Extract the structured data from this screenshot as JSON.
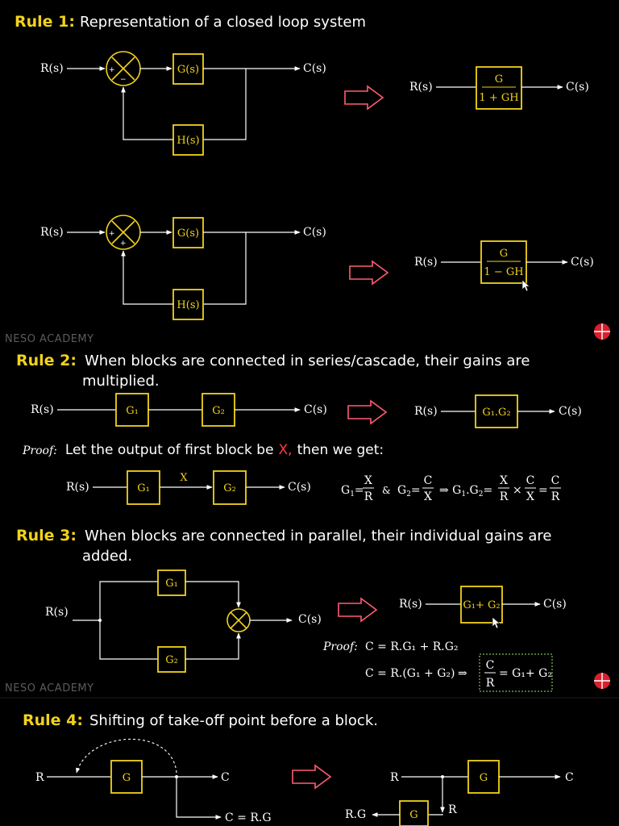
{
  "watermark": "NESO ACADEMY",
  "rule1": {
    "label": "Rule 1:",
    "title": "Representation of a closed loop system",
    "input": "R(s)",
    "output": "C(s)",
    "forward_block": "G(s)",
    "feedback_block": "H(s)",
    "neg_feedback": {
      "sign_top": "+",
      "sign_bottom": "−",
      "numerator": "G",
      "denominator": "1 + GH"
    },
    "pos_feedback": {
      "sign_top": "+",
      "sign_bottom": "+",
      "numerator": "G",
      "denominator": "1 − GH"
    }
  },
  "rule2": {
    "label": "Rule 2:",
    "title_line1": "When blocks are connected in series/cascade, their gains are",
    "title_line2": "multiplied.",
    "input": "R(s)",
    "output": "C(s)",
    "block1": "G₁",
    "block2": "G₂",
    "result_block": "G₁.G₂",
    "proof_label": "Proof:",
    "proof_before": "Let the output of first block be",
    "proof_var": "X,",
    "proof_after": "then we get:",
    "mid_signal": "X"
  },
  "rule3": {
    "label": "Rule 3:",
    "title_line1": "When blocks are connected in parallel, their individual gains are",
    "title_line2": "added.",
    "input": "R(s)",
    "output": "C(s)",
    "block1": "G₁",
    "block2": "G₂",
    "result_block": "G₁+ G₂",
    "proof_label": "Proof:",
    "eq1": "C = R.G₁ + R.G₂",
    "eq2": "C = R.(G₁ + G₂)",
    "result_numerator": "C",
    "result_denominator": "R",
    "result_rhs": "= G₁+ G₂"
  },
  "rule4": {
    "label": "Rule 4:",
    "title": "Shifting of take-off point before a block.",
    "input": "R",
    "output": "C",
    "block": "G",
    "takeoff_output": "C = R.G",
    "shifted_output": "R.G",
    "shifted_signal": "R"
  }
}
